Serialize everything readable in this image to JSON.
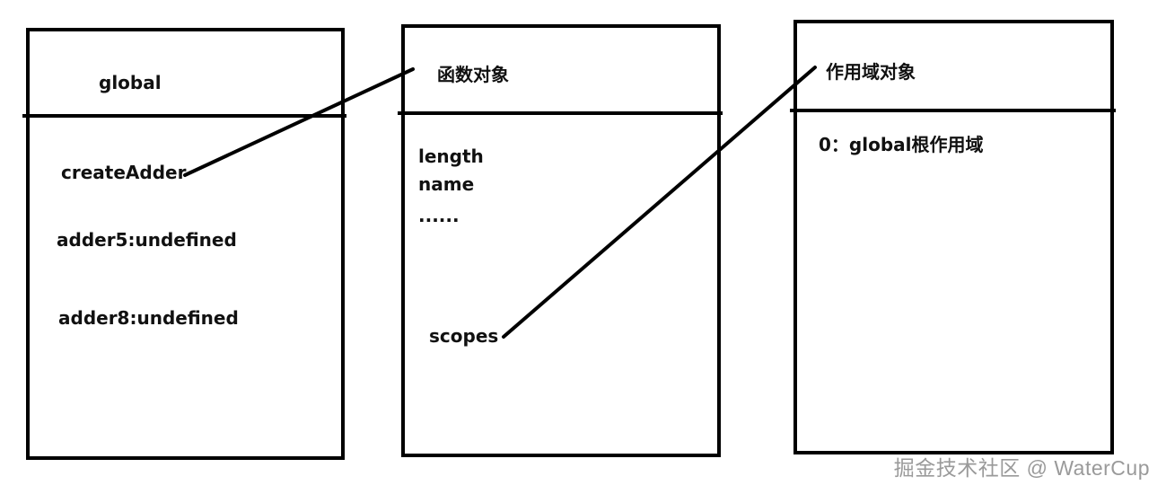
{
  "boxes": {
    "global": {
      "title": "global",
      "entries": [
        "createAdder",
        "adder5:undefined",
        "adder8:undefined"
      ]
    },
    "function_object": {
      "title": "函数对象",
      "entries": [
        "length",
        "name",
        "......",
        "scopes"
      ]
    },
    "scope_object": {
      "title": "作用域对象",
      "entries": [
        "0：global根作用域"
      ]
    }
  },
  "watermark": "掘金技术社区 @ WaterCup",
  "colors": {
    "line": "#000000",
    "watermark": "#9a9a9a",
    "background": "#ffffff"
  }
}
